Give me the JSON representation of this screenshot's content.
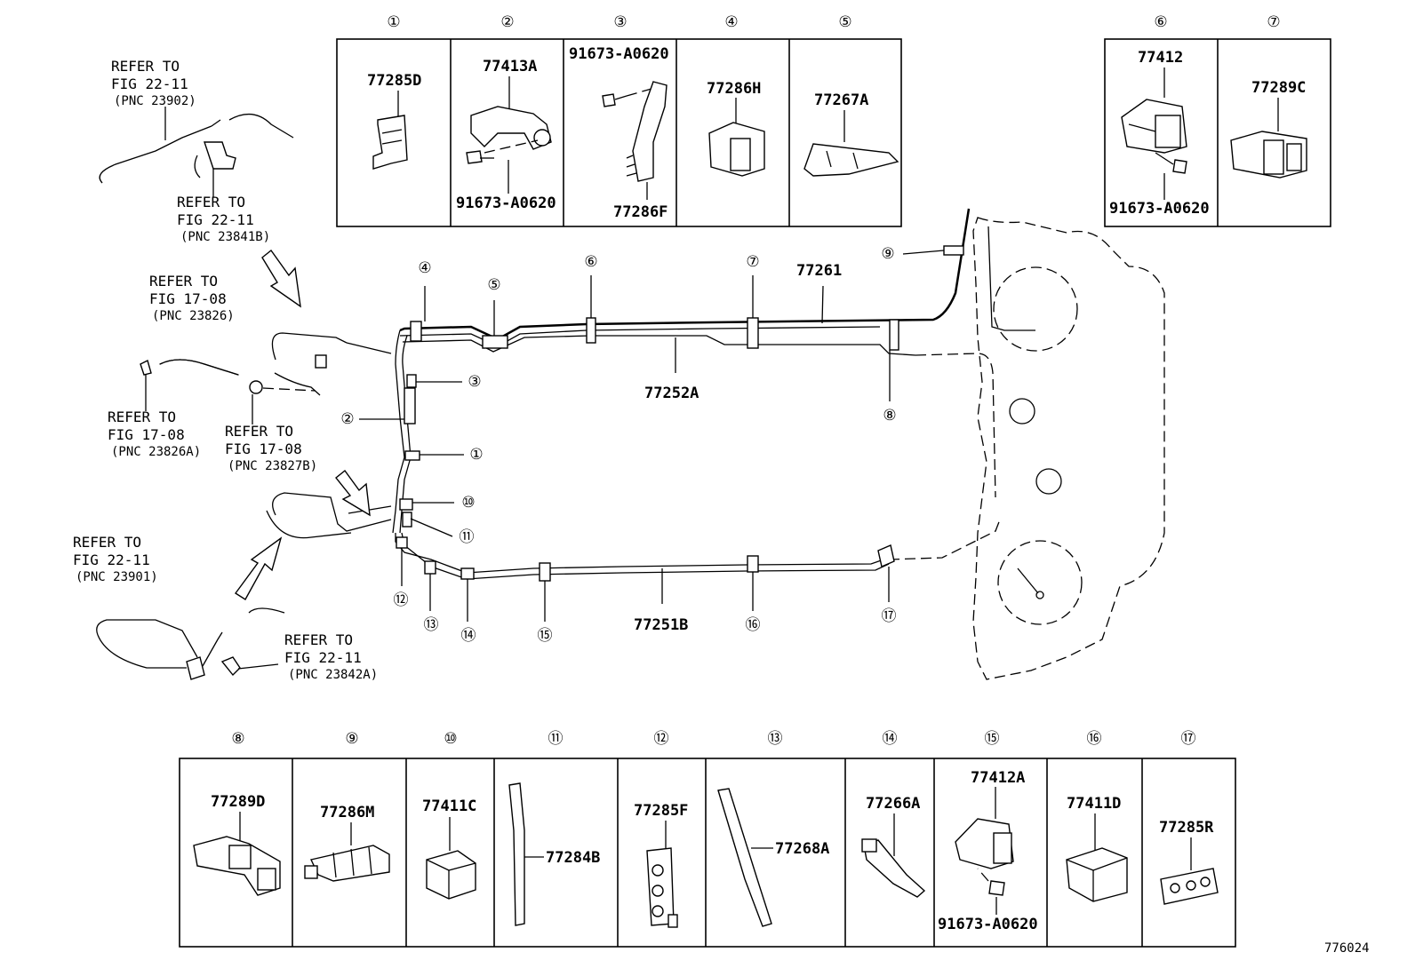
{
  "figure_number": "776024",
  "top_box_left": [
    {
      "num": "①",
      "parts": [
        "77285D"
      ]
    },
    {
      "num": "②",
      "parts": [
        "77413A",
        "91673-A0620"
      ]
    },
    {
      "num": "③",
      "parts": [
        "91673-A0620",
        "77286F"
      ]
    },
    {
      "num": "④",
      "parts": [
        "77286H"
      ]
    },
    {
      "num": "⑤",
      "parts": [
        "77267A"
      ]
    }
  ],
  "top_box_right": [
    {
      "num": "⑥",
      "parts": [
        "77412",
        "91673-A0620"
      ]
    },
    {
      "num": "⑦",
      "parts": [
        "77289C"
      ]
    }
  ],
  "bottom_box": [
    {
      "num": "⑧",
      "parts": [
        "77289D"
      ]
    },
    {
      "num": "⑨",
      "parts": [
        "77286M"
      ]
    },
    {
      "num": "⑩",
      "parts": [
        "77411C"
      ]
    },
    {
      "num": "⑪",
      "parts": [
        "77284B"
      ]
    },
    {
      "num": "⑫",
      "parts": [
        "77285F"
      ]
    },
    {
      "num": "⑬",
      "parts": [
        "77268A"
      ]
    },
    {
      "num": "⑭",
      "parts": [
        "77266A"
      ]
    },
    {
      "num": "⑮",
      "parts": [
        "77412A",
        "91673-A0620"
      ]
    },
    {
      "num": "⑯",
      "parts": [
        "77411D"
      ]
    },
    {
      "num": "⑰",
      "parts": [
        "77285R"
      ]
    }
  ],
  "main_parts": {
    "tube_upper": "77261",
    "tube_middle": "77252A",
    "tube_lower": "77251B"
  },
  "callouts": [
    "①",
    "②",
    "③",
    "④",
    "⑤",
    "⑥",
    "⑦",
    "⑧",
    "⑨",
    "⑩",
    "⑪",
    "⑫",
    "⑬",
    "⑭",
    "⑮",
    "⑯",
    "⑰"
  ],
  "references": [
    {
      "line1": "REFER TO",
      "line2": "FIG 22-11",
      "line3": "(PNC 23902)"
    },
    {
      "line1": "REFER TO",
      "line2": "FIG 22-11",
      "line3": "(PNC 23841B)"
    },
    {
      "line1": "REFER TO",
      "line2": "FIG 17-08",
      "line3": "(PNC 23826)"
    },
    {
      "line1": "REFER TO",
      "line2": "FIG 17-08",
      "line3": "(PNC 23826A)"
    },
    {
      "line1": "REFER TO",
      "line2": "FIG 17-08",
      "line3": "(PNC 23827B)"
    },
    {
      "line1": "REFER TO",
      "line2": "FIG 22-11",
      "line3": "(PNC 23901)"
    },
    {
      "line1": "REFER TO",
      "line2": "FIG 22-11",
      "line3": "(PNC 23842A)"
    }
  ]
}
